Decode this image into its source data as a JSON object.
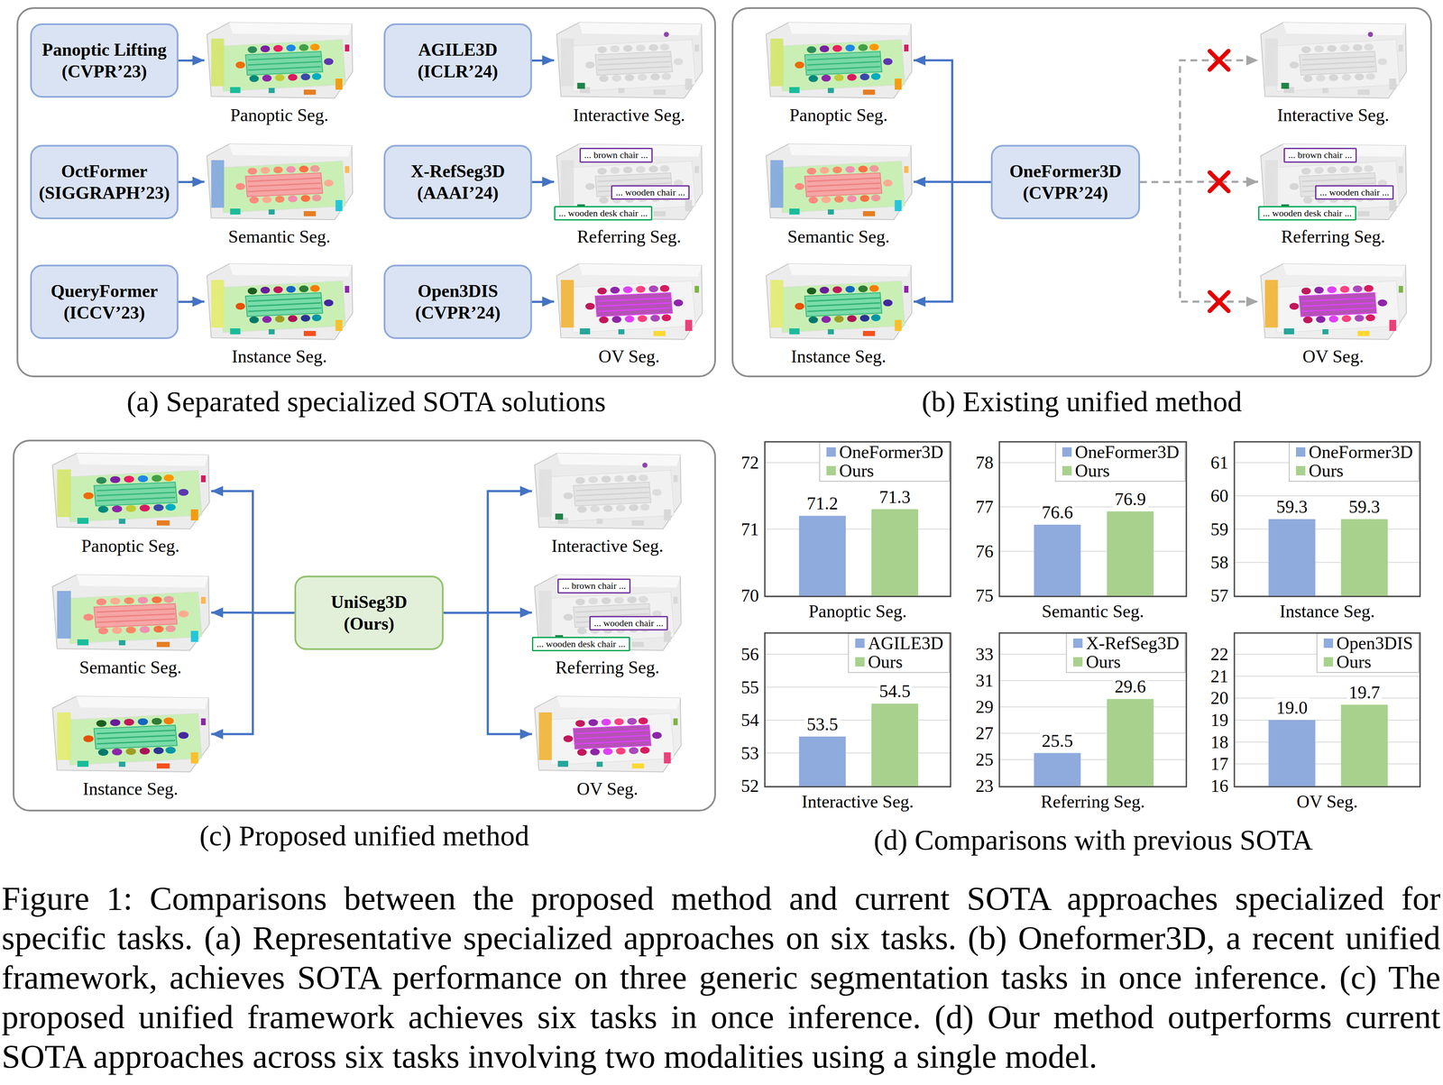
{
  "diagram": {
    "caption": "Figure 1: Comparisons between the proposed method and current SOTA approaches specialized for specific tasks. (a) Representative specialized approaches on six tasks. (b) Oneformer3D, a recent unified framework, achieves SOTA performance on three generic segmentation tasks in once inference. (c) The proposed unified framework achieves six tasks in once inference. (d) Our method outperforms current SOTA approaches across six tasks involving two modalities using a single model.",
    "nodes": [
      {
        "text": [
          "(a) Separated specialized SOTA solutions"
        ]
      },
      {
        "text": [
          "Panoptic Lifting (CVPR’23)"
        ],
        "in": 0
      },
      {
        "text": [
          "Panoptic Seg."
        ],
        "in": 0
      },
      {
        "text": [
          "AGILE3D (ICLR’24)"
        ],
        "in": 0
      },
      {
        "text": [
          "Interactive Seg."
        ],
        "in": 0
      },
      {
        "text": [
          "OctFormer (SIGGRAPH’23)"
        ],
        "in": 0
      },
      {
        "text": [
          "Semantic Seg."
        ],
        "in": 0
      },
      {
        "text": [
          "X-RefSeg3D (AAAI’24)"
        ],
        "in": 0
      },
      {
        "text": [
          "Referring Seg."
        ],
        "in": 0
      },
      {
        "text": [
          "QueryFormer (ICCV’23)"
        ],
        "in": 0
      },
      {
        "text": [
          "Instance Seg."
        ],
        "in": 0
      },
      {
        "text": [
          "Open3DIS (CVPR’24)"
        ],
        "in": 0
      },
      {
        "text": [
          "OV Seg."
        ],
        "in": 0
      },
      {
        "text": [
          "(b) Existing unified method"
        ]
      },
      {
        "text": [
          "Panoptic Seg."
        ],
        "in": 13
      },
      {
        "text": [
          "Interactive Seg."
        ],
        "in": 13
      },
      {
        "text": [
          "Semantic Seg."
        ],
        "in": 13
      },
      {
        "text": [
          "OneFormer3D (CVPR’24)"
        ],
        "in": 13
      },
      {
        "text": [
          "Referring Seg."
        ],
        "in": 13
      },
      {
        "text": [
          "Instance Seg."
        ],
        "in": 13
      },
      {
        "text": [
          "OV Seg."
        ],
        "in": 13
      },
      {
        "text": [
          "(c) Proposed unified method"
        ]
      },
      {
        "text": [
          "Panoptic Seg."
        ],
        "in": 21
      },
      {
        "text": [
          "Interactive Seg."
        ],
        "in": 21
      },
      {
        "text": [
          "Semantic Seg."
        ],
        "in": 21
      },
      {
        "text": [
          "UniSeg3D (Ours)"
        ],
        "in": 21
      },
      {
        "text": [
          "Referring Seg."
        ],
        "in": 21
      },
      {
        "text": [
          "Instance Seg."
        ],
        "in": 21
      },
      {
        "text": [
          "OV Seg."
        ],
        "in": 21
      }
    ],
    "edges": [
      {
        "from": 1,
        "to": 2,
        "arrow": "to"
      },
      {
        "from": 3,
        "to": 4,
        "arrow": "to"
      },
      {
        "from": 5,
        "to": 6,
        "arrow": "to"
      },
      {
        "from": 7,
        "to": 8,
        "arrow": "to"
      },
      {
        "from": 9,
        "to": 10,
        "arrow": "to"
      },
      {
        "from": 11,
        "to": 12,
        "arrow": "to"
      },
      {
        "from": 17,
        "to": 14,
        "arrow": "to"
      },
      {
        "from": 17,
        "to": 16,
        "arrow": "to"
      },
      {
        "from": 17,
        "to": 19,
        "arrow": "to"
      },
      {
        "from": 17,
        "to": 15,
        "arrow": "to"
      },
      {
        "from": 17,
        "to": 18,
        "arrow": "to"
      },
      {
        "from": 17,
        "to": 20,
        "arrow": "to"
      },
      {
        "from": 25,
        "to": 22,
        "arrow": "to"
      },
      {
        "from": 25,
        "to": 24,
        "arrow": "to"
      },
      {
        "from": 25,
        "to": 27,
        "arrow": "to"
      },
      {
        "from": 25,
        "to": 23,
        "arrow": "to"
      },
      {
        "from": 25,
        "to": 26,
        "arrow": "to"
      },
      {
        "from": 25,
        "to": 28,
        "arrow": "to"
      }
    ],
    "labels": [
      "... brown chair ...",
      "... wooden chair ...",
      "... wooden desk chair ...",
      "... brown chair ...",
      "... wooden chair ...",
      "... wooden desk chair ...",
      "... brown chair ...",
      "... wooden chair ...",
      "... wooden desk chair ...",
      "72",
      "71",
      "70",
      "71.2",
      "71.3",
      "Panoptic Seg.",
      "78",
      "77",
      "76",
      "75",
      "76.6",
      "76.9",
      "Semantic Seg.",
      "61",
      "60",
      "59",
      "58",
      "57",
      "59.3",
      "59.3",
      "Instance Seg.",
      "56",
      "55",
      "54",
      "53",
      "52",
      "53.5",
      "54.5",
      "Interactive Seg.",
      "33",
      "31",
      "29",
      "27",
      "25",
      "23",
      "25.5",
      "29.6",
      "Referring Seg.",
      "22",
      "21",
      "20",
      "19",
      "18",
      "17",
      "16",
      "19.0",
      "19.7",
      "OV Seg.",
      "(d) Comparisons with previous SOTA"
    ],
    "legend": [
      {
        "text": "OneFormer3D",
        "color": "#8faadc"
      },
      {
        "text": "Ours",
        "color": "#a9d18e"
      },
      {
        "text": "OneFormer3D",
        "color": "#8faadc"
      },
      {
        "text": "Ours",
        "color": "#a9d18e"
      },
      {
        "text": "OneFormer3D",
        "color": "#8faadc"
      },
      {
        "text": "Ours",
        "color": "#a9d18e"
      },
      {
        "text": "AGILE3D",
        "color": "#8faadc"
      },
      {
        "text": "Ours",
        "color": "#a9d18e"
      },
      {
        "text": "X-RefSeg3D",
        "color": "#8faadc"
      },
      {
        "text": "Ours",
        "color": "#a9d18e"
      },
      {
        "text": "Open3DIS",
        "color": "#8faadc"
      },
      {
        "text": "Ours",
        "color": "#a9d18e"
      }
    ]
  }
}
